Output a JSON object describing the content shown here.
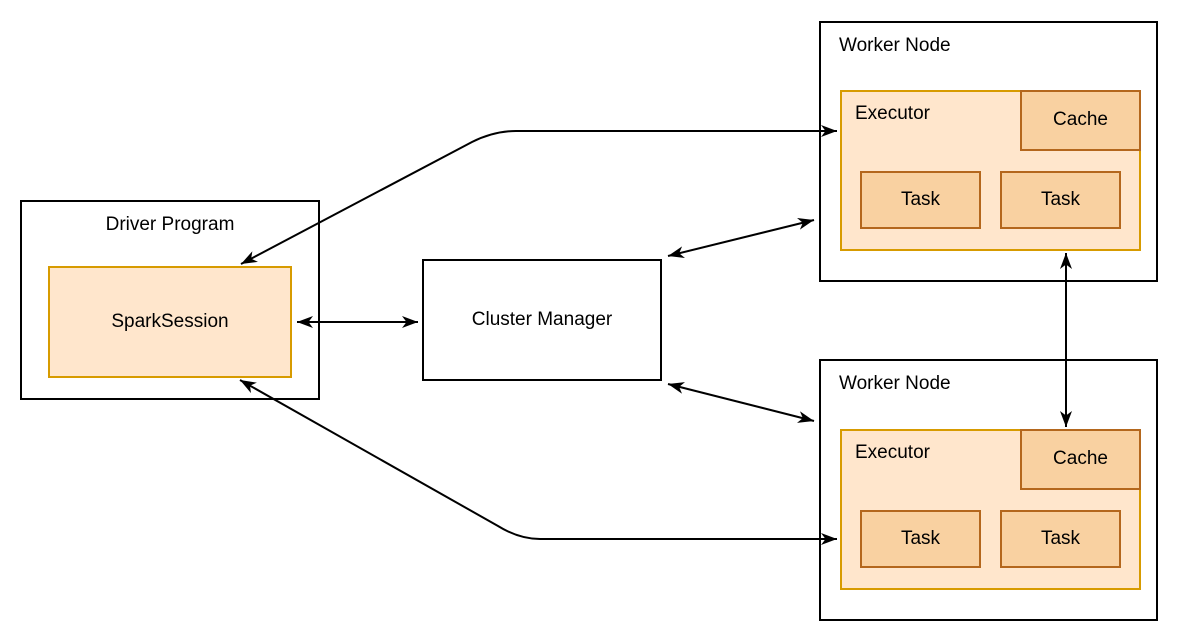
{
  "colors": {
    "canvas_bg": "#ffffff",
    "node_border": "#000000",
    "orange_fill": "#ffe6cc",
    "orange_border": "#d79b00",
    "deep_orange_fill": "#f9d1a1",
    "deep_orange_border": "#b4671d",
    "arrow_color": "#000000"
  },
  "driver_program": {
    "label": "Driver Program",
    "spark_session": {
      "label": "SparkSession"
    }
  },
  "cluster_manager": {
    "label": "Cluster Manager"
  },
  "worker_nodes": [
    {
      "label": "Worker Node",
      "executor": {
        "label": "Executor",
        "cache": {
          "label": "Cache"
        },
        "tasks": [
          {
            "label": "Task"
          },
          {
            "label": "Task"
          }
        ]
      }
    },
    {
      "label": "Worker Node",
      "executor": {
        "label": "Executor",
        "cache": {
          "label": "Cache"
        },
        "tasks": [
          {
            "label": "Task"
          },
          {
            "label": "Task"
          }
        ]
      }
    }
  ],
  "connections": [
    {
      "from": "SparkSession",
      "to": "Cluster Manager",
      "bidirectional": true
    },
    {
      "from": "Cluster Manager",
      "to": "Worker Node (top)",
      "bidirectional": true
    },
    {
      "from": "Cluster Manager",
      "to": "Worker Node (bottom)",
      "bidirectional": true
    },
    {
      "from": "SparkSession",
      "to": "Executor (top worker)",
      "bidirectional": true
    },
    {
      "from": "SparkSession",
      "to": "Executor (bottom worker)",
      "bidirectional": true
    },
    {
      "from": "Executor (top worker)",
      "to": "Cache (bottom worker)",
      "bidirectional": true
    }
  ]
}
